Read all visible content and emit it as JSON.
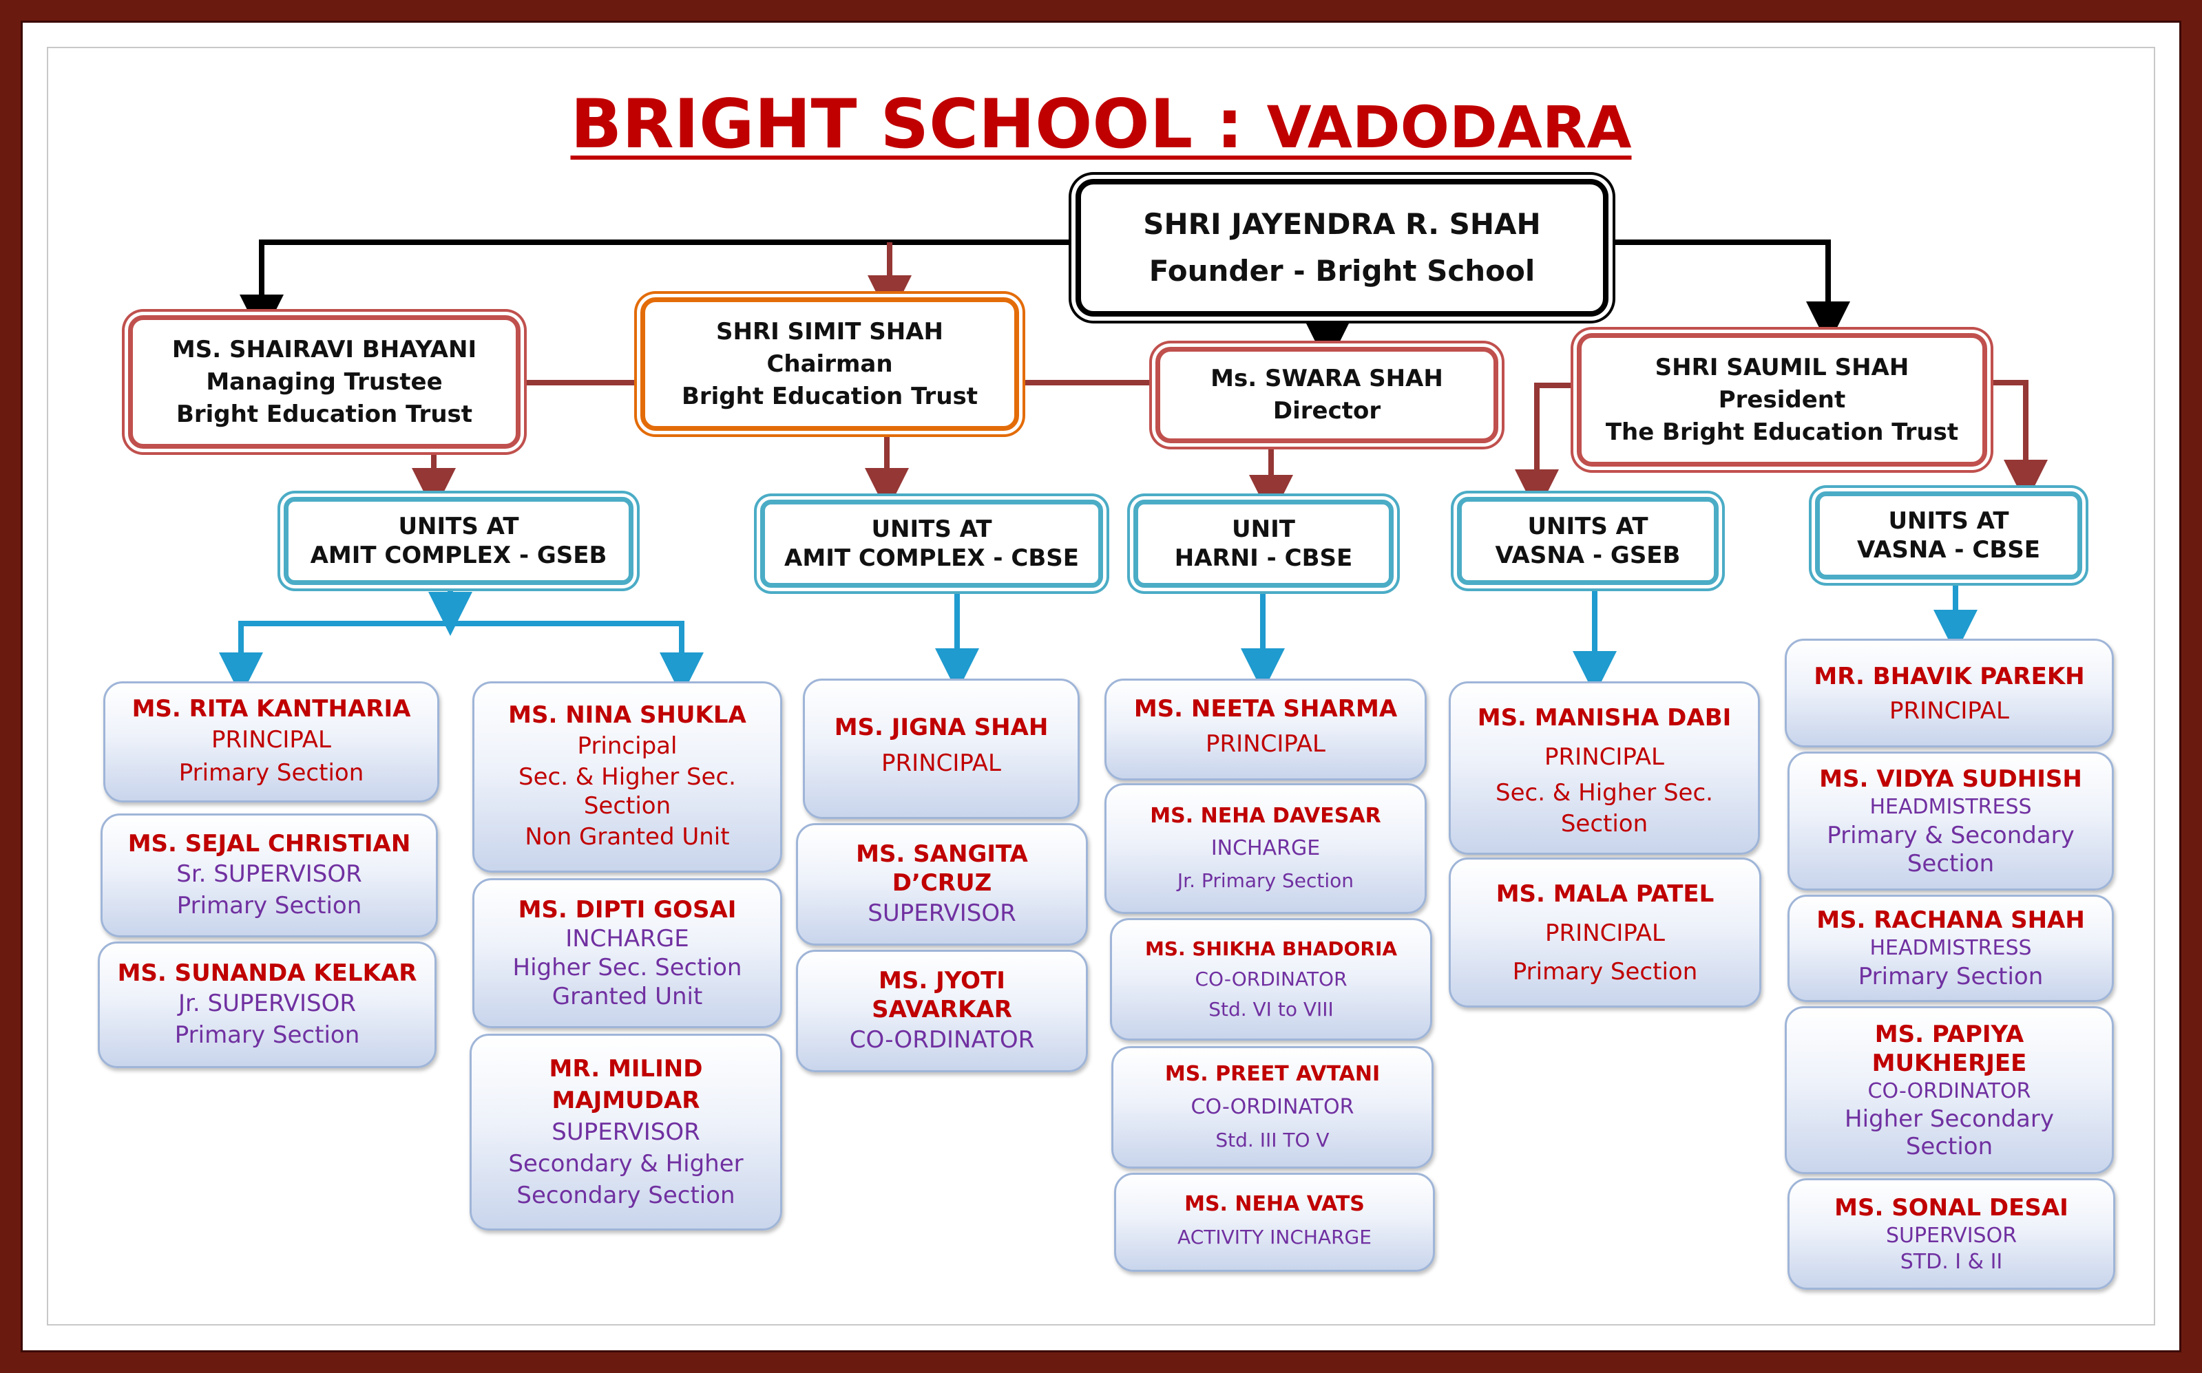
{
  "title": {
    "part1": "BRIGHT SCHOOL : ",
    "part2": "VADODARA"
  },
  "founder": {
    "name": "SHRI JAYENDRA R. SHAH",
    "role": "Founder - Bright School"
  },
  "trustees": [
    {
      "name": "MS. SHAIRAVI BHAYANI",
      "role": "Managing Trustee",
      "org": "Bright Education Trust"
    },
    {
      "name": "SHRI SIMIT SHAH",
      "role": "Chairman",
      "org": "Bright Education Trust"
    },
    {
      "name": "Ms. SWARA SHAH",
      "role": "Director"
    },
    {
      "name": "SHRI SAUMIL SHAH",
      "role": "President",
      "org": "The Bright Education Trust"
    }
  ],
  "units": [
    {
      "line1": "UNITS AT",
      "line2": "AMIT COMPLEX - GSEB"
    },
    {
      "line1": "UNITS AT",
      "line2": "AMIT COMPLEX - CBSE"
    },
    {
      "line1": "UNIT",
      "line2": "HARNI - CBSE"
    },
    {
      "line1": "UNITS AT",
      "line2": "VASNA - GSEB"
    },
    {
      "line1": "UNITS AT",
      "line2": "VASNA - CBSE"
    }
  ],
  "staff": {
    "gseb_primary": [
      {
        "name": "MS. RITA KANTHARIA",
        "role": "PRINCIPAL",
        "section": "Primary Section"
      },
      {
        "name": "MS. SEJAL CHRISTIAN",
        "role": "Sr. SUPERVISOR",
        "section": "Primary Section"
      },
      {
        "name": "MS. SUNANDA KELKAR",
        "role": "Jr. SUPERVISOR",
        "section": "Primary Section"
      }
    ],
    "gseb_secondary": [
      {
        "name": "MS. NINA SHUKLA",
        "role": "Principal",
        "section1": "Sec. & Higher Sec.",
        "section2": "Section",
        "section3": "Non Granted Unit"
      },
      {
        "name": "MS. DIPTI GOSAI",
        "role": "INCHARGE",
        "section1": "Higher Sec. Section",
        "section2": "Granted Unit"
      },
      {
        "name1": "MR. MILIND",
        "name2": "MAJMUDAR",
        "role": "SUPERVISOR",
        "section1": "Secondary & Higher",
        "section2": "Secondary Section"
      }
    ],
    "amit_cbse": [
      {
        "name": "MS. JIGNA SHAH",
        "role": "PRINCIPAL"
      },
      {
        "name1": "MS. SANGITA",
        "name2": "D’CRUZ",
        "role": "SUPERVISOR"
      },
      {
        "name1": "MS. JYOTI",
        "name2": "SAVARKAR",
        "role": "CO-ORDINATOR"
      }
    ],
    "harni": [
      {
        "name": "MS. NEETA SHARMA",
        "role": "PRINCIPAL"
      },
      {
        "name": "MS. NEHA DAVESAR",
        "role": "INCHARGE",
        "section": "Jr. Primary Section"
      },
      {
        "name": "MS. SHIKHA BHADORIA",
        "role": "CO-ORDINATOR",
        "section": "Std. VI to VIII"
      },
      {
        "name": "MS. PREET AVTANI",
        "role": "CO-ORDINATOR",
        "section": "Std. III TO V"
      },
      {
        "name": "MS. NEHA VATS",
        "role": "ACTIVITY INCHARGE"
      }
    ],
    "vasna_gseb": [
      {
        "name": "MS. MANISHA DABI",
        "role": "PRINCIPAL",
        "section1": "Sec. & Higher Sec.",
        "section2": "Section"
      },
      {
        "name": "MS. MALA PATEL",
        "role": "PRINCIPAL",
        "section": "Primary Section"
      }
    ],
    "vasna_cbse": [
      {
        "name": "MR. BHAVIK PAREKH",
        "role": "PRINCIPAL"
      },
      {
        "name": "MS. VIDYA SUDHISH",
        "role": "HEADMISTRESS",
        "section1": "Primary & Secondary",
        "section2": "Section"
      },
      {
        "name": "MS. RACHANA SHAH",
        "role": "HEADMISTRESS",
        "section": "Primary Section"
      },
      {
        "name1": "MS. PAPIYA",
        "name2": "MUKHERJEE",
        "role": "CO-ORDINATOR",
        "section1": "Higher Secondary",
        "section2": "Section"
      },
      {
        "name": "MS. SONAL DESAI",
        "role": "SUPERVISOR",
        "section": "STD. I & II"
      }
    ]
  },
  "colors": {
    "frame": "#6b1a0f",
    "title": "#c00000",
    "trustee_border": "#c0504d",
    "chair_border": "#e36c09",
    "unit_border": "#4bacc6",
    "unit_arrow": "#1f9bcf",
    "staff_name": "#c00000",
    "staff_role": "#7030a0"
  }
}
